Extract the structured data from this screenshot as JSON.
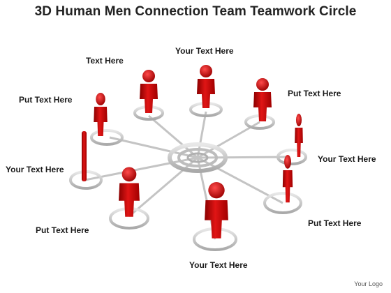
{
  "title": "3D Human Men Connection Team Teamwork Circle",
  "labels": [
    "Text Here",
    "Your Text Here",
    "Put Text Here",
    "Put Text Here",
    "Your Text Here",
    "Your Text Here",
    "Put Text Here",
    "Put Text Here",
    "Your Text Here"
  ],
  "logo": "Your Logo",
  "colors": {
    "figure_red": "#d40b0b",
    "figure_dark": "#8d0000",
    "ring": "#c9c9c9",
    "line": "#bdbdbd"
  }
}
